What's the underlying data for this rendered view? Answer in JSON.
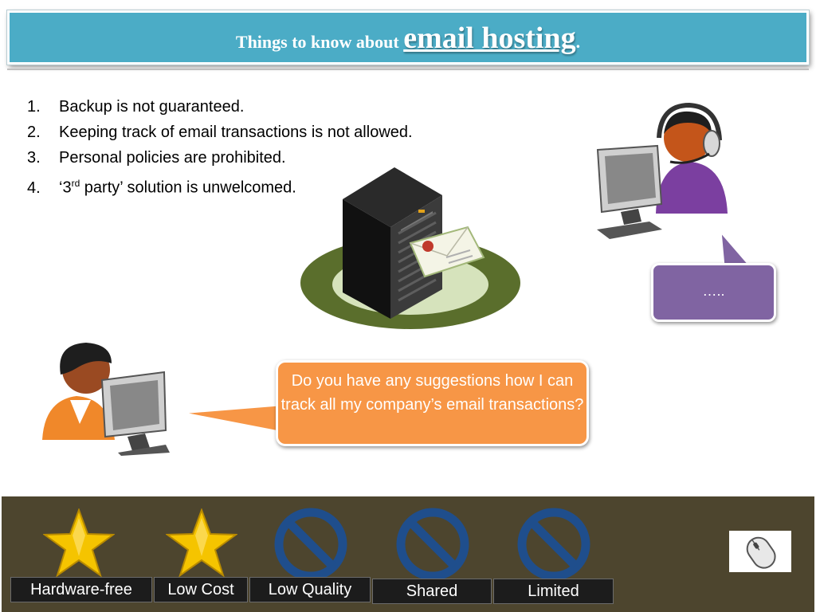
{
  "header": {
    "title_prefix": "Things to know about ",
    "title_main": "email hosting",
    "title_suffix": "."
  },
  "points": [
    {
      "number": "1.",
      "text": "Backup is not guaranteed."
    },
    {
      "number": "2.",
      "text": "Keeping track of email transactions is not allowed."
    },
    {
      "number": "3.",
      "text": "Personal policies are prohibited."
    },
    {
      "number": "4.",
      "text_before": "‘3",
      "superscript": "rd",
      "text_after": " party’ solution is unwelcomed."
    }
  ],
  "dialogue": {
    "customer_message": "Do you have any suggestions how I can track all my company’s email transactions?",
    "agent_message": "….."
  },
  "criteria": [
    {
      "label": "Hardware-free",
      "icon": "star-icon"
    },
    {
      "label": "Low Cost",
      "icon": "star-icon"
    },
    {
      "label": "Low Quality",
      "icon": "prohibited-icon"
    },
    {
      "label": "Shared",
      "icon": "prohibited-icon"
    },
    {
      "label": "Limited",
      "icon": "prohibited-icon"
    }
  ],
  "navigation": {
    "icon": "mouse-icon"
  },
  "colors": {
    "banner": "#4bacc6",
    "customer_bubble": "#f79646",
    "agent_bubble": "#8064a2",
    "bottom_bar": "#4d452e",
    "star": "#f5c400",
    "prohibited": "#1f4e8c"
  }
}
